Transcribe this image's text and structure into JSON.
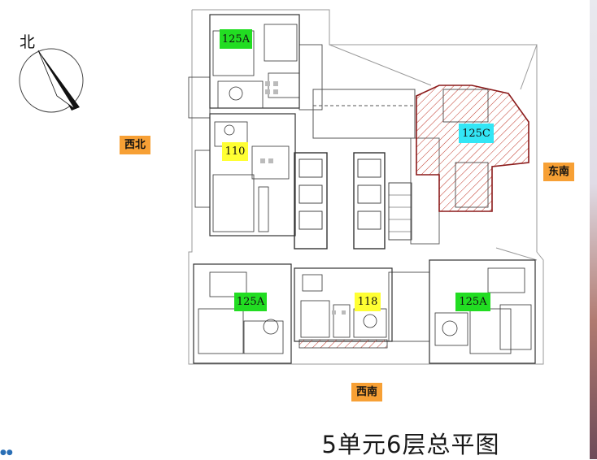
{
  "title": "5单元6层总平图",
  "compass": {
    "label": "北",
    "icon": "north-arrow-icon"
  },
  "directions": {
    "northwest": "西北",
    "southeast": "东南",
    "southwest": "西南"
  },
  "units": {
    "top_left": "125A",
    "middle_left": "110",
    "top_right": "125C",
    "bottom_left": "125A",
    "bottom_center": "118",
    "bottom_right": "125A"
  },
  "colors": {
    "unit_green": "#22dd22",
    "unit_yellow": "#ffff33",
    "unit_cyan": "#33e6f5",
    "direction_orange": "#f7a035",
    "hatch_red": "#c0392b"
  }
}
